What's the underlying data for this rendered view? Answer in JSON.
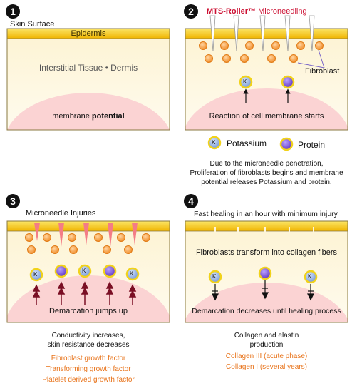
{
  "panel1": {
    "number": "1",
    "skin_surface": "Skin Surface",
    "epidermis": "Epidermis",
    "interstitial": "Interstitial Tissue • Dermis",
    "membrane_prefix": "membrane ",
    "membrane_bold": "potential"
  },
  "panel2": {
    "number": "2",
    "brand": "MTS-Roller™",
    "title_rest": " Microneedling",
    "fibroblast": "Fibroblast",
    "reaction": "Reaction of cell membrane starts",
    "ion_k": "K"
  },
  "legend": {
    "potassium": "Potassium",
    "protein": "Protein",
    "description": [
      "Due to the microneedle penetration,",
      "Proliferation of fibroblasts begins and membrane",
      "potential releases Potassium and protein."
    ]
  },
  "panel3": {
    "number": "3",
    "title": "Microneedle Injuries",
    "demarcation": "Demarcation jumps up",
    "desc": [
      "Conductivity increases,",
      "skin resistance decreases"
    ],
    "factors": [
      "Fibroblast growth factor",
      "Transforming growth factor",
      "Platelet derived growth factor"
    ]
  },
  "panel4": {
    "number": "4",
    "title": "Fast healing in an hour with minimum injury",
    "transform": "Fibroblasts transform into collagen fibers",
    "demarcation": "Demarcation decreases until healing process",
    "desc": [
      "Collagen and elastin",
      "production"
    ],
    "collagen": [
      "Collagen III (acute phase)",
      "Collagen I (several years)"
    ]
  },
  "colors": {
    "epidermis": "#f5c518",
    "tissue": "#fdf6dc",
    "membrane": "#fbd0d0",
    "fibroblast": "#f59a3a",
    "potassium": "#9ab8e8",
    "protein": "#7b4fd6",
    "ring": "#f1d21a",
    "arrow_dark": "#7a0f24",
    "needle_pink": "#f27a84",
    "orange_text": "#e8731a",
    "brand_red": "#cc1133"
  }
}
